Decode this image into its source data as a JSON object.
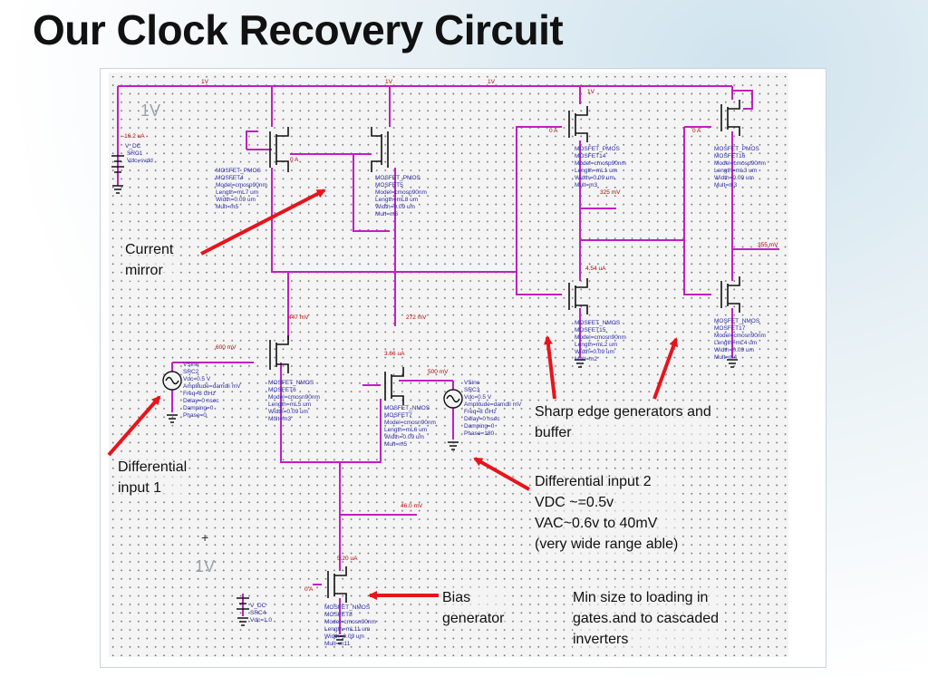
{
  "slide": {
    "title": "Our Clock Recovery Circuit"
  },
  "supply_labels": {
    "top_left": "1V",
    "bottom_left": "1V",
    "plus_sign": "+"
  },
  "annotations": {
    "current_mirror": [
      "Current",
      "mirror"
    ],
    "differential_input_1": [
      "Differential",
      "input 1"
    ],
    "sharp_edge": [
      "Sharp edge generators and",
      "buffer"
    ],
    "differential_input_2": [
      "Differential input 2",
      "VDC ~=0.5v",
      "VAC~0.6v to 40mV",
      "(very wide range able)"
    ],
    "bias_generator": [
      "Bias",
      "generator"
    ],
    "min_size": [
      "Min size to loading in",
      "gates.and to cascaded",
      "inverters"
    ]
  },
  "schematic_text": {
    "src1": [
      "-16.2 uA",
      "V_DC",
      "SRC1",
      "Vdc=svdd"
    ],
    "src2": [
      "VSine",
      "SRC2",
      "Vdc=0.5 V",
      "Amplitude=damdli mV",
      "Freq=8 GHz",
      "Delay=0 nsec",
      "Damping=0",
      "Phase=0"
    ],
    "src3": [
      "VSine",
      "SRC3",
      "Vdc=0.5 V",
      "Amplitude=damdli mV",
      "Freq=8 GHz",
      "Delay=0 nsec",
      "Damping=0",
      "Phase=180"
    ],
    "src4": [
      "V_DC",
      "SRC4",
      "Vdc=1.0"
    ],
    "fet4": [
      "MOSFET_PMOS",
      "MOSFET4",
      "Model=cmosp90nm",
      "Length=mL7 um",
      "Width=0.09 um",
      "Mult=m5"
    ],
    "fet5": [
      "MOSFET_PMOS",
      "MOSFET5",
      "Model=cmosp90nm",
      "Length=mL8 um",
      "Width=0.09 um",
      "Mult=m6"
    ],
    "fet6": [
      "MOSFET_NMOS",
      "MOSFET6",
      "Model=cmosn90nm",
      "Length=mL5 um",
      "Width=0.09 um",
      "Mult=m3"
    ],
    "fet7": [
      "MOSFET_NMOS",
      "MOSFET7",
      "Model=cmosn90nm",
      "Length=mL6 um",
      "Width=0.09 um",
      "Mult=m5"
    ],
    "fet14": [
      "MOSFET_PMOS",
      "MOSFET14",
      "Model=cmosp90nm",
      "Length=mL1 um",
      "Width=0.09 um",
      "Mult=m3"
    ],
    "fet15": [
      "MOSFET_NMOS",
      "MOSFET15",
      "Model=cmosn90nm",
      "Length=mL2 um",
      "Width=0.09 um",
      "Mult=m2"
    ],
    "fet16": [
      "MOSFET_PMOS",
      "MOSFET16",
      "Model=cmosp90nm",
      "Length=mL3 um",
      "Width=0.09 um",
      "Mult=m3"
    ],
    "fet17": [
      "MOSFET_NMOS",
      "MOSFET17",
      "Model=cmosn90nm",
      "Length=mL4 um",
      "Width=0.09 um",
      "Mult=m4"
    ],
    "fet8": [
      "MOSFET_NMOS",
      "MOSFET8",
      "Model=cmosn90nm",
      "Length=mL11 um",
      "Width=0.09 um",
      "Mult=m11"
    ],
    "probes": [
      "1V",
      "1V",
      "1V",
      "1V",
      "447 mV",
      "272 mV",
      "600 mV",
      "500 mV",
      "355 mV",
      "325 mV",
      "46.0 mV",
      "4.54 uA",
      "3.66 uA",
      "5.20 uA",
      "0 A",
      "0 A",
      "0 A",
      "0 A"
    ]
  }
}
